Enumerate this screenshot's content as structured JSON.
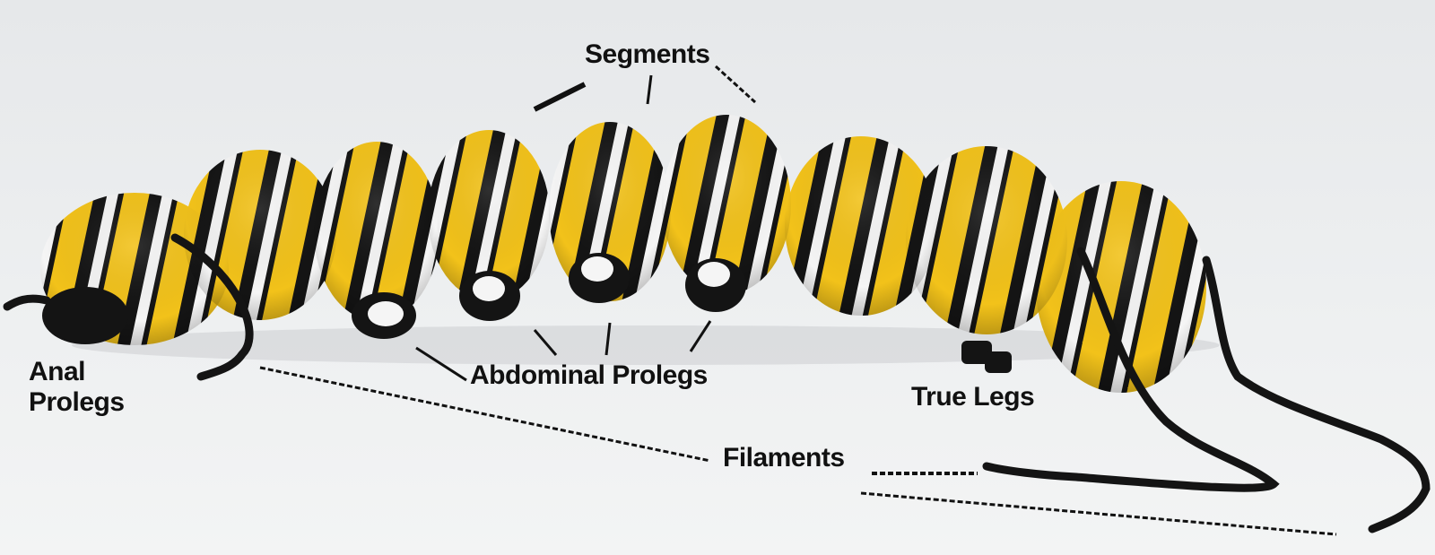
{
  "labels": {
    "segments": "Segments",
    "anal_prolegs": "Anal Prolegs",
    "abdominal_prolegs": "Abdominal Prolegs",
    "true_legs": "True Legs",
    "filaments": "Filaments"
  },
  "colors": {
    "background": "#eceeef",
    "stripe_yellow": "#f2c21a",
    "stripe_black": "#141414",
    "stripe_white": "#f5f5f5"
  }
}
